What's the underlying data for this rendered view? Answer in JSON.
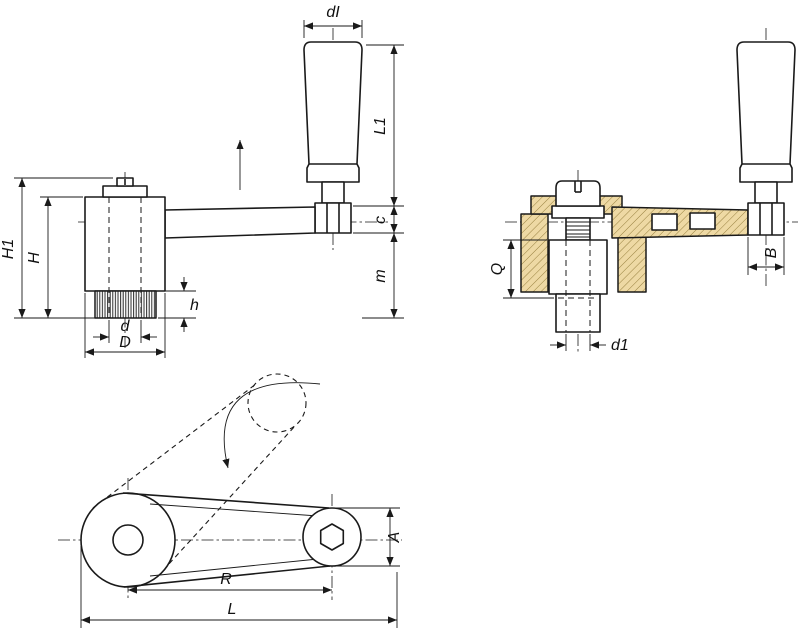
{
  "labels": {
    "dI": "dI",
    "L1": "L1",
    "c": "c",
    "m": "m",
    "H1": "H1",
    "H": "H",
    "h": "h",
    "d": "d",
    "D": "D",
    "B": "B",
    "Q": "Q",
    "d1": "d1",
    "A": "A",
    "R": "R",
    "L": "L"
  },
  "colors": {
    "line": "#1a1a1a",
    "section_fill": "#eed9a4",
    "background": "#ffffff"
  }
}
